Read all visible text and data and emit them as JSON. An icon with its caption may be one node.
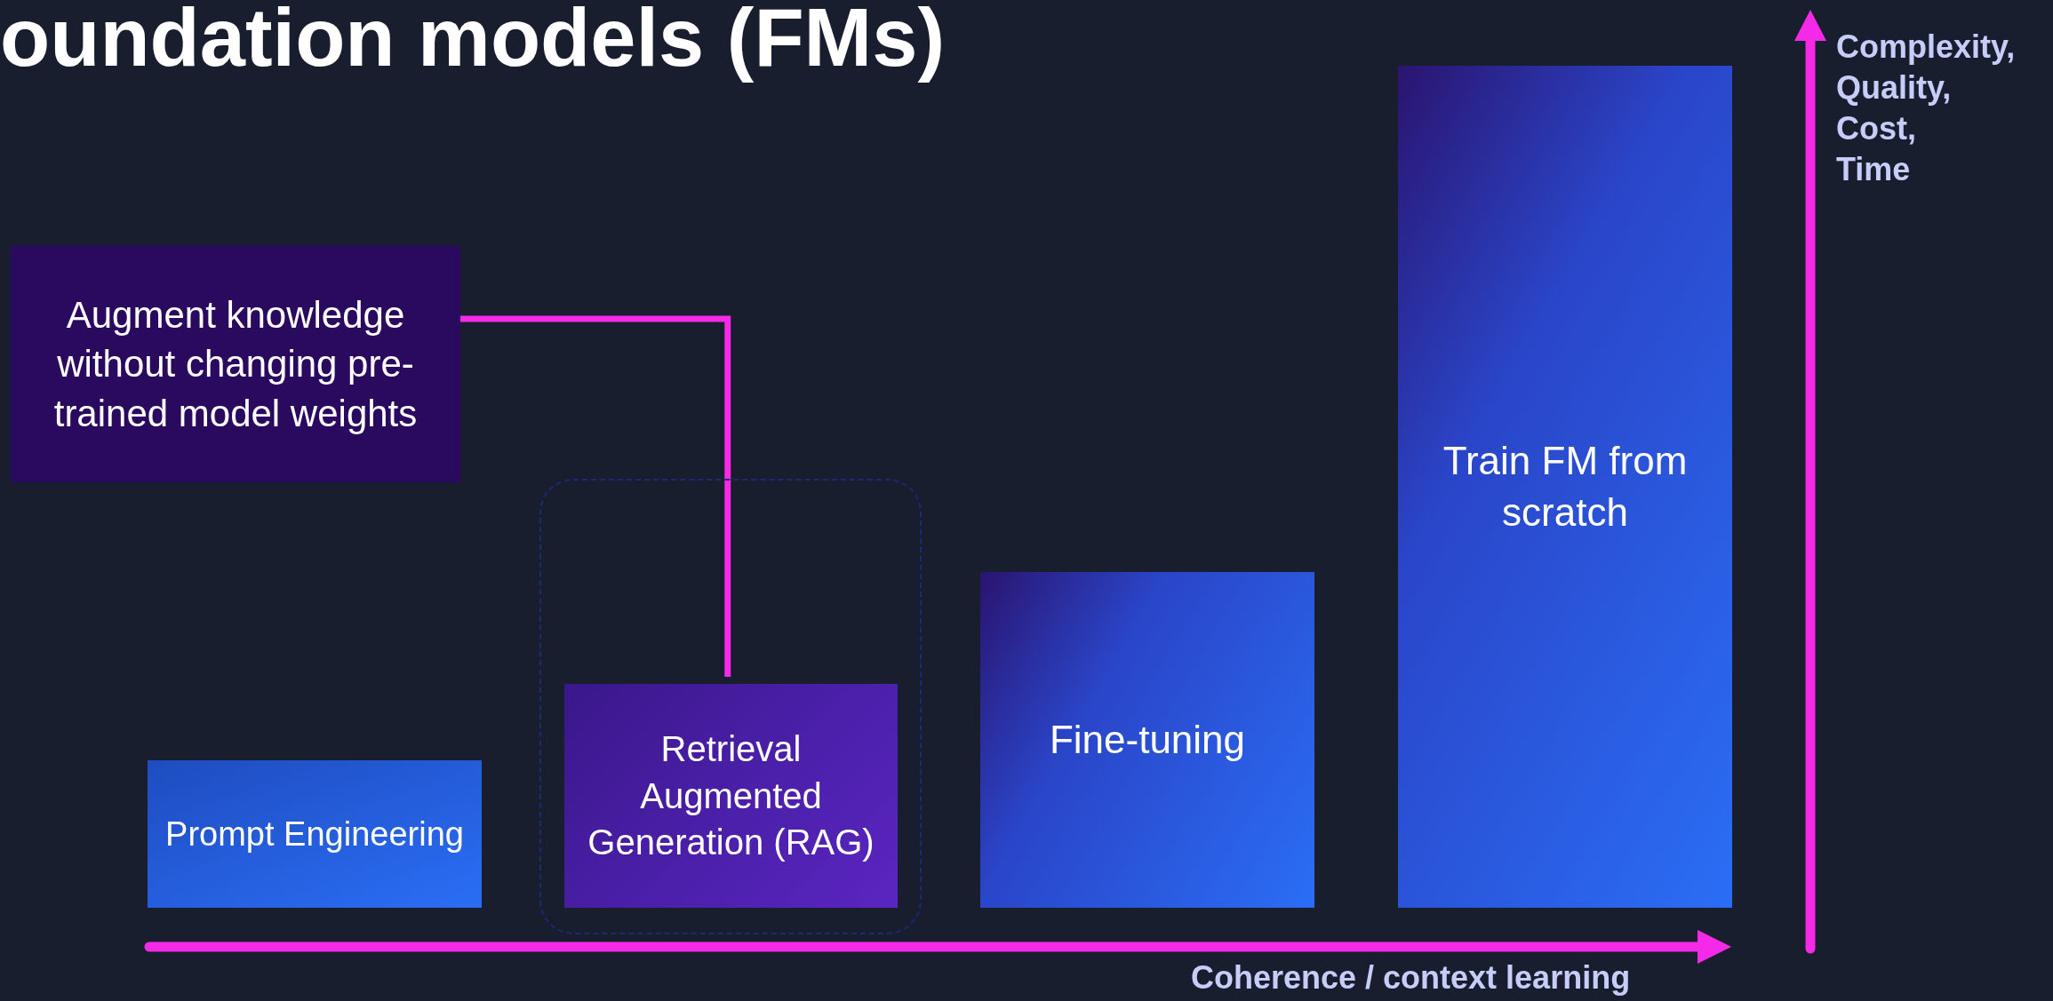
{
  "diagram": {
    "title": "oundation models (FMs)",
    "nodes": [
      {
        "text": [
          "Augment knowledge without changing pre-trained model weights"
        ]
      },
      {
        "text": [
          "Prompt Engineering"
        ]
      },
      {
        "text": [],
        "shape": "box"
      },
      {
        "text": [
          "Retrieval Augmented Generation (RAG)"
        ],
        "in": 2
      },
      {
        "text": [
          "Fine-tuning"
        ]
      },
      {
        "text": [
          "Train FM from scratch"
        ]
      }
    ],
    "edges": [
      {
        "from": 0,
        "to": 3,
        "arrow": "none"
      }
    ],
    "labels": [
      "Complexity, Quality, Cost, Time",
      "Coherence / context learning"
    ]
  }
}
